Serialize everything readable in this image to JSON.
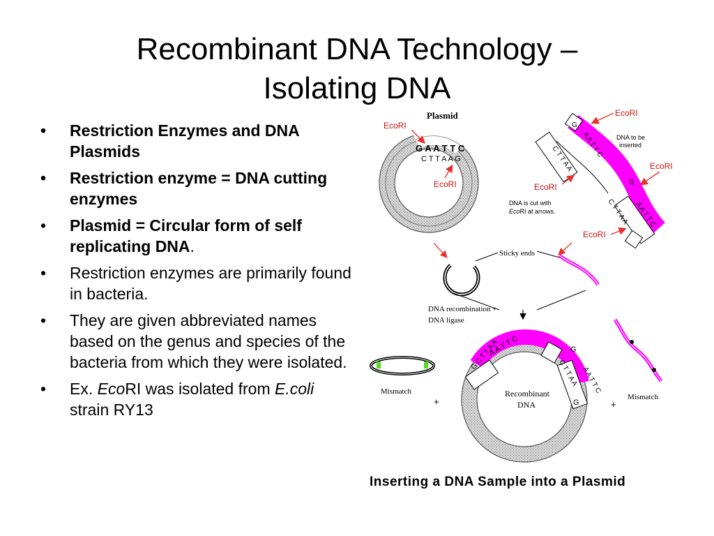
{
  "title": {
    "line1": "Recombinant DNA Technology –",
    "line2": "Isolating DNA"
  },
  "bullets": [
    {
      "text": "Restriction Enzymes and DNA Plasmids"
    },
    {
      "text": "Restriction enzyme = DNA cutting enzymes"
    },
    {
      "main": "Plasmid = Circular form of self replicating DNA",
      "tail": "."
    },
    {
      "text": "Restriction  enzymes are primarily found in bacteria."
    },
    {
      "text": "They are given abbreviated names based on the genus and species of the bacteria from which they were isolated."
    },
    {
      "pre": "Ex. ",
      "ital": "Eco",
      "mid": "RI was isolated from ",
      "ital2": "E.coli",
      "post": "  strain RY13"
    }
  ],
  "diagram": {
    "plasmid_label": "Plasmid",
    "ecori": "EcoRI",
    "dna_to_be_inserted": [
      "DNA to be",
      "inserted"
    ],
    "dna_cut_note": [
      "DNA is cut with",
      "RI at arrows."
    ],
    "dna_cut_note_ital": "Eco",
    "sticky_ends": "Sticky ends",
    "dna_recombination": "DNA recombination +",
    "dna_ligase": "DNA ligase",
    "recombinant_dna": [
      "Recombinant",
      "DNA"
    ],
    "mismatch": "Mismatch",
    "plus": "+",
    "plasmid_site_top": "G A A T T C",
    "plasmid_site_bottom": "C T T A A G",
    "insert_left": [
      "G",
      "C T T A A"
    ],
    "insert_strand_a": "A A T T C",
    "insert_strand_b": "C T T A A",
    "insert_right": [
      "G",
      "A A T T C"
    ],
    "recomb_top": "A A T T C",
    "recomb_right": "C T T A A",
    "recomb_right2": "A A T T C",
    "recomb_left": "G C T T A A",
    "recomb_g": "G",
    "caption_bold": "Inserting a DNA Sample",
    "caption_rest": " into a Plasmid"
  },
  "colors": {
    "insert_dna": "#ff00ff",
    "arrow": "#e8302a",
    "ecori_text": "#cc1010",
    "plasmid_ring": "#c8c8c8",
    "mismatch_end": "#55dd22"
  }
}
